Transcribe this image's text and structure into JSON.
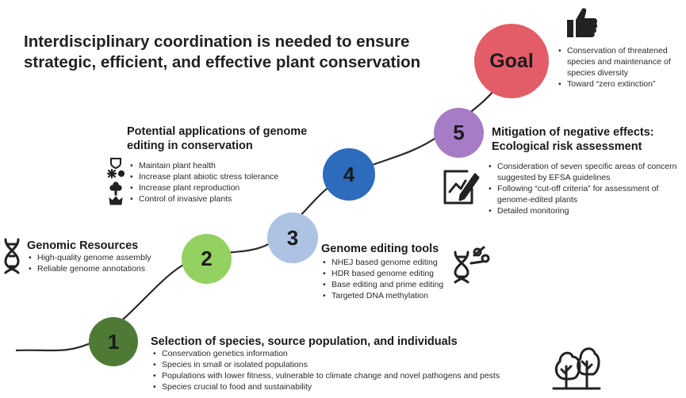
{
  "title": "Interdisciplinary coordination is needed to ensure strategic, efficient, and effective plant conservation",
  "colors": {
    "step1": "#4f7a36",
    "step2": "#93d160",
    "step3": "#aec3e3",
    "step4": "#2d6bbd",
    "step5": "#a77cc6",
    "goal": "#e35d68",
    "path": "#2a2a2a"
  },
  "steps": {
    "s1": {
      "label": "1",
      "heading": "Selection of species, source population, and individuals",
      "bullets": [
        "Conservation genetics information",
        "Species in small or isolated populations",
        "Populations with lower fitness, vulnerable to climate change and novel pathogens and pests",
        "Species crucial to food and sustainability"
      ],
      "icon": "trees-icon"
    },
    "s2": {
      "label": "2",
      "heading": "Genomic Resources",
      "bullets": [
        "High-quality genome assembly",
        "Reliable genome annotations"
      ],
      "icon": "dna-icon"
    },
    "s3": {
      "label": "3",
      "heading": "Genome editing tools",
      "bullets": [
        "NHEJ based genome editing",
        "HDR based genome editing",
        "Base editing and prime editing",
        "Targeted DNA methylation"
      ],
      "icon": "dna-scissors-icon"
    },
    "s4": {
      "label": "4",
      "heading": "Potential applications of genome editing in conservation",
      "bullets": [
        "Maintain plant health",
        "Increase plant abiotic stress tolerance",
        "Increase plant reproduction",
        "Control of invasive plants"
      ],
      "icons": [
        "leaf-shield-icon",
        "snowflake-sun-icon",
        "flower-icon",
        "crown-icon"
      ]
    },
    "s5": {
      "label": "5",
      "heading": "Mitigation of negative effects: Ecological risk assessment",
      "bullets": [
        "Consideration of seven specific areas of concern suggested by EFSA guidelines",
        "Following “cut-off criteria” for assessment of genome-edited plants",
        "Detailed monitoring"
      ],
      "icon": "assessment-icon"
    },
    "goal": {
      "label": "Goal",
      "bullets": [
        "Conservation of threatened species and maintenance of species diversity",
        "Toward “zero extinction”"
      ],
      "icon": "thumbs-up-icon"
    }
  }
}
